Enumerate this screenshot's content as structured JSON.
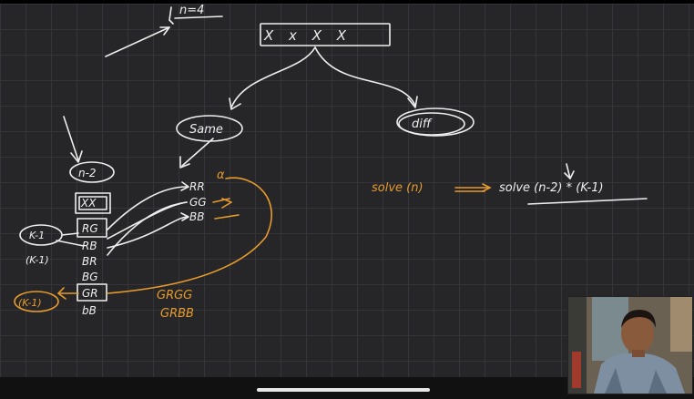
{
  "top": {
    "note": "n=4"
  },
  "box": {
    "label": "X x X X"
  },
  "branches": {
    "same": "Same",
    "diff": "diff"
  },
  "left": {
    "n_minus_2": "n-2",
    "xx": "XX",
    "k_minus_1_a": "K-1",
    "k_minus_1_b": "(K-1)",
    "k_minus_1_c": "(K-1)",
    "rows": [
      "RG",
      "RB",
      "BR",
      "BG",
      "GR",
      "bB"
    ]
  },
  "mid": {
    "rows": [
      "RR",
      "GG",
      "BB"
    ],
    "alpha": "α"
  },
  "orange_text": [
    "GRGG",
    "GRBB"
  ],
  "right": {
    "solve_n": "solve (n)",
    "solve_rhs": "solve (n-2) * (K-1)"
  },
  "colors": {
    "ink": "#eeeeee",
    "highlight": "#e69b2c",
    "board": "#262629"
  }
}
